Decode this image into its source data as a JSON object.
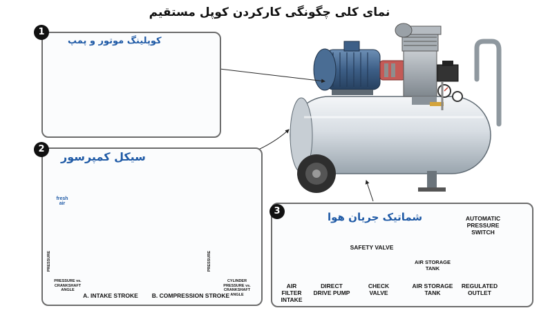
{
  "title": "نمای کلی چگونگی کارکردن کوپل مستقیم",
  "panels": [
    {
      "number": "1",
      "title": "کوپلینگ موتور و پمپ"
    },
    {
      "number": "2",
      "title": "سیکل کمپرسور"
    },
    {
      "number": "3",
      "title": "شماتیک جریان هوا"
    }
  ],
  "cycle": {
    "fresh_air": "fresh air",
    "intake_label": "A. INTAKE STROKE",
    "compression_label": "B. COMPRESSION STROKE",
    "graph1_y": "PRESSURE",
    "graph1_x": "PRESSURE vs. CRANKSHAFT ANGLE",
    "graph2_y": "PRESSURE",
    "graph2_x": "CYLINDER PRESSURE vs. CRANKSHAFT ANGLE"
  },
  "flow": {
    "air_filter": "AIR FILTER INTAKE",
    "pump": "DIRECT DRIVE PUMP",
    "safety_valve": "SAFETY VALVE",
    "check_valve": "CHECK VALVE",
    "tank_inner": "AIR STORAGE TANK",
    "tank": "AIR STORAGE TANK",
    "outlet": "REGULATED OUTLET",
    "pressure_switch": "AUTOMATIC PRESSURE SWITCH"
  }
}
